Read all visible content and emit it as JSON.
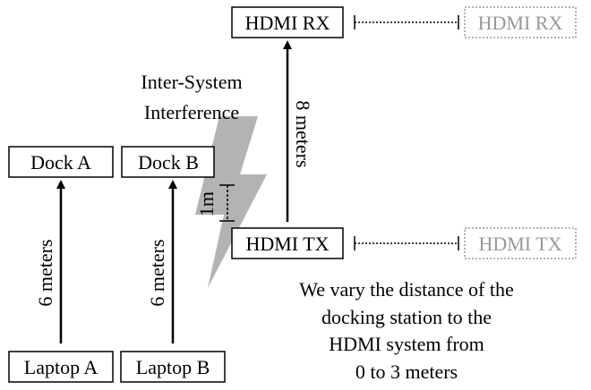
{
  "boxes": {
    "hdmi_rx": "HDMI RX",
    "hdmi_rx_ghost": "HDMI RX",
    "hdmi_tx": "HDMI TX",
    "hdmi_tx_ghost": "HDMI TX",
    "dock_a": "Dock A",
    "dock_b": "Dock B",
    "laptop_a": "Laptop A",
    "laptop_b": "Laptop B"
  },
  "interference": {
    "line1": "Inter-System",
    "line2": "Interference"
  },
  "distances": {
    "hdmi_link": "8 meters",
    "laptop_a_link": "6 meters",
    "laptop_b_link": "6 meters",
    "dock_gap": "1m"
  },
  "caption": {
    "line1": "We vary the distance of the",
    "line2": "docking station to the",
    "line3": "HDMI system from",
    "line4": "0 to 3 meters"
  },
  "colors": {
    "ink": "#000000",
    "ghost": "#999999",
    "lightning": "#b3b3b3"
  }
}
